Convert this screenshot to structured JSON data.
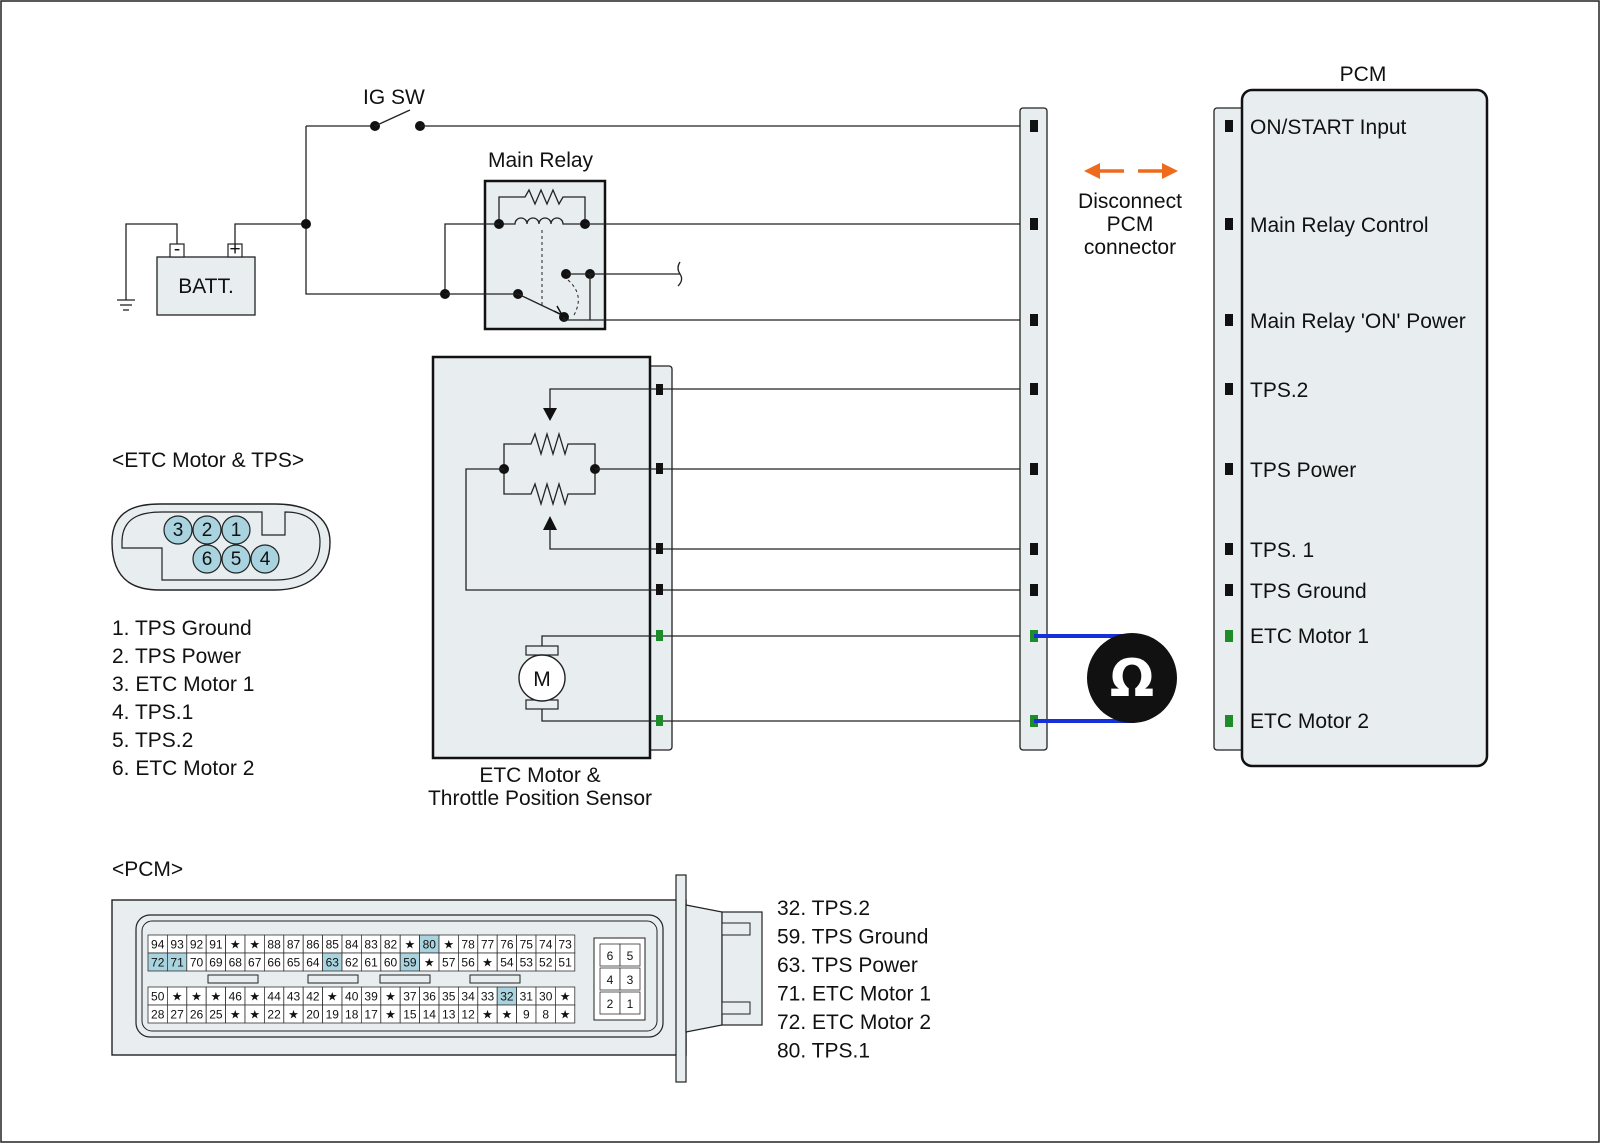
{
  "components": {
    "ig_sw": "IG SW",
    "main_relay": "Main Relay",
    "battery": "BATT.",
    "battery_minus": "-",
    "battery_plus": "+",
    "motor_symbol": "M",
    "etc_label_line1": "ETC Motor &",
    "etc_label_line2": "Throttle Position Sensor",
    "pcm_title": "PCM",
    "disconnect_line1": "Disconnect",
    "disconnect_line2": "PCM",
    "disconnect_line3": "connector",
    "ohm_symbol": "Ω"
  },
  "pcm_terminals": [
    {
      "label": "ON/START Input",
      "color": "#111111"
    },
    {
      "label": "Main Relay Control",
      "color": "#111111"
    },
    {
      "label": "Main Relay 'ON' Power",
      "color": "#111111"
    },
    {
      "label": "TPS.2",
      "color": "#111111"
    },
    {
      "label": "TPS Power",
      "color": "#111111"
    },
    {
      "label": "TPS. 1",
      "color": "#111111"
    },
    {
      "label": "TPS Ground",
      "color": "#111111"
    },
    {
      "label": "ETC Motor 1",
      "color": "#1f8c2a"
    },
    {
      "label": "ETC Motor 2",
      "color": "#1f8c2a"
    }
  ],
  "etc_connector": {
    "title": "<ETC Motor & TPS>",
    "pins_top": [
      "3",
      "2",
      "1"
    ],
    "pins_bottom": [
      "6",
      "5",
      "4"
    ],
    "legend": [
      {
        "text": "1. TPS Ground",
        "color": "#111111"
      },
      {
        "text": "2. TPS Power",
        "color": "#111111"
      },
      {
        "text": "3. ETC Motor 1",
        "color": "#1f8c2a"
      },
      {
        "text": "4. TPS.1",
        "color": "#111111"
      },
      {
        "text": "5. TPS.2",
        "color": "#111111"
      },
      {
        "text": "6. ETC Motor 2",
        "color": "#1f8c2a"
      }
    ]
  },
  "pcm_connector": {
    "title": "<PCM>",
    "rows": [
      [
        "94",
        "93",
        "92",
        "91",
        "★",
        "★",
        "88",
        "87",
        "86",
        "85",
        "84",
        "83",
        "82",
        "★",
        "80",
        "★",
        "78",
        "77",
        "76",
        "75",
        "74",
        "73"
      ],
      [
        "72",
        "71",
        "70",
        "69",
        "68",
        "67",
        "66",
        "65",
        "64",
        "63",
        "62",
        "61",
        "60",
        "59",
        "★",
        "57",
        "56",
        "★",
        "54",
        "53",
        "52",
        "51"
      ],
      [
        "50",
        "★",
        "★",
        "★",
        "46",
        "★",
        "44",
        "43",
        "42",
        "★",
        "40",
        "39",
        "★",
        "37",
        "36",
        "35",
        "34",
        "33",
        "32",
        "31",
        "30",
        "★"
      ],
      [
        "28",
        "27",
        "26",
        "25",
        "★",
        "★",
        "22",
        "★",
        "20",
        "19",
        "18",
        "17",
        "★",
        "15",
        "14",
        "13",
        "12",
        "★",
        "★",
        "9",
        "8",
        "★"
      ]
    ],
    "highlighted": [
      "80",
      "72",
      "71",
      "63",
      "59",
      "32"
    ],
    "small_block": [
      [
        "6",
        "5"
      ],
      [
        "4",
        "3"
      ],
      [
        "2",
        "1"
      ]
    ],
    "legend": [
      {
        "text": "32. TPS.2",
        "color": "#111111"
      },
      {
        "text": "59. TPS Ground",
        "color": "#111111"
      },
      {
        "text": "63. TPS Power",
        "color": "#111111"
      },
      {
        "text": "71. ETC Motor 1",
        "color": "#1f8c2a"
      },
      {
        "text": "72. ETC Motor 2",
        "color": "#1f8c2a"
      },
      {
        "text": "80. TPS.1",
        "color": "#111111"
      }
    ]
  },
  "colors": {
    "connector_fill": "#e8eef0",
    "pin_highlight": "#a9d3de",
    "green_pin": "#1f8c2a",
    "probe_wire": "#1530d8",
    "arrow_orange": "#ee6a1c"
  }
}
